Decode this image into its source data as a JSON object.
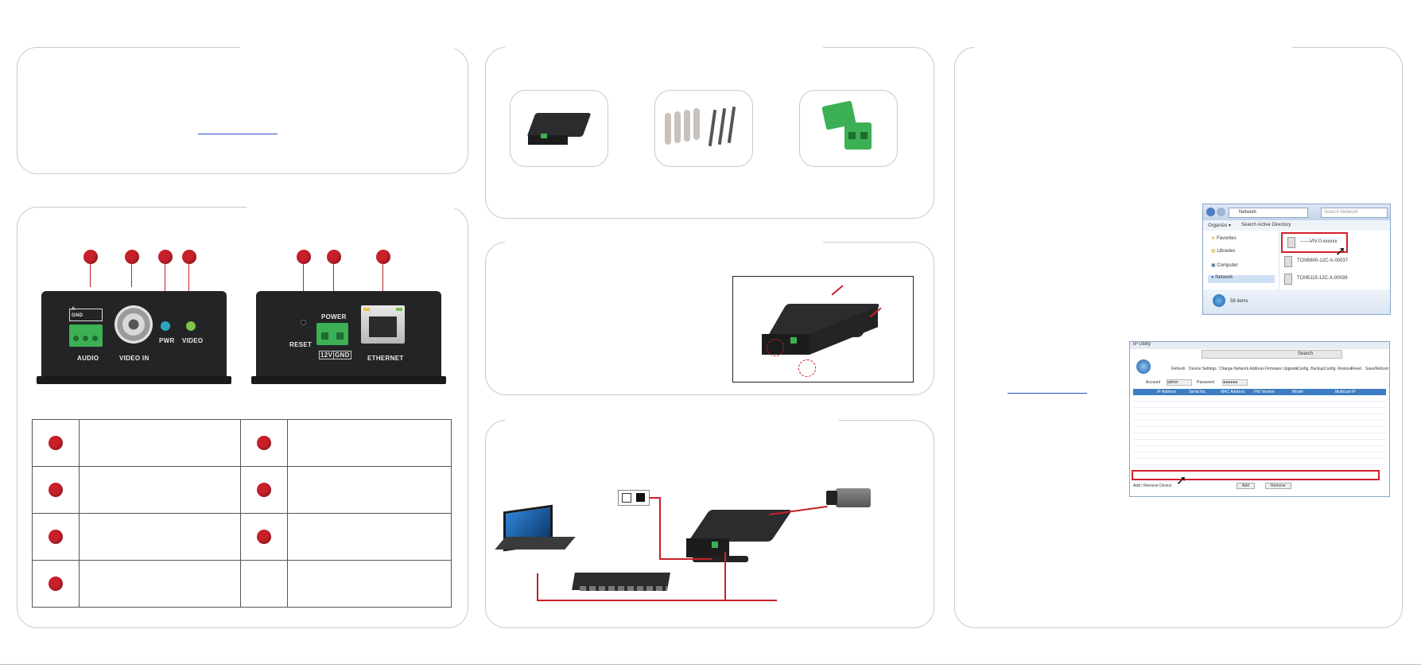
{
  "colors": {
    "accent_red": "#c8202a",
    "panel_border": "#c9c9c9",
    "device": "#232425",
    "terminal_green": "#3cb054",
    "link_blue": "#2a4fc9"
  },
  "front_panel": {
    "labels": {
      "audio": "AUDIO",
      "video_in": "VIDEO IN",
      "pwr": "PWR",
      "video": "VIDEO",
      "terminal_top": "A",
      "terminal_sub": "GND"
    }
  },
  "rear_panel": {
    "labels": {
      "reset": "RESET",
      "power": "POWER",
      "ethernet": "ETHERNET",
      "v12": "12V",
      "gnd": "GND"
    }
  },
  "explorer_window": {
    "location": "Network",
    "search_placeholder": "Search Network",
    "toolbar": {
      "organize": "Organize ▾",
      "search_ad": "Search Active Directory"
    },
    "sidebar": [
      "Favorites",
      "Libraries",
      "Computer",
      "Network"
    ],
    "items": [
      "------VIV-0-xxxxxx",
      "TCM5600-12C-X-00037",
      "TCM5115-12C-X-00039"
    ],
    "status": "58 items"
  },
  "utility_window": {
    "title": "IP Utility",
    "search_label": "Search",
    "tabs": [
      "Refresh",
      "Device Settings",
      "Change Network Address",
      "Firmware Upgrade",
      "Config. Backup",
      "Config. Restore",
      "Reset",
      "Save/Reboot"
    ],
    "account_label": "Account",
    "account_value": "admin",
    "password_label": "Password",
    "password_value": "●●●●●●",
    "columns": [
      "IP Address",
      "Serial No.",
      "MAC Address",
      "FW Version",
      "Model",
      "Multicast IP"
    ],
    "footer": {
      "add_remove": "Add / Remove Device",
      "add": "Add",
      "remove": "Remove"
    }
  }
}
